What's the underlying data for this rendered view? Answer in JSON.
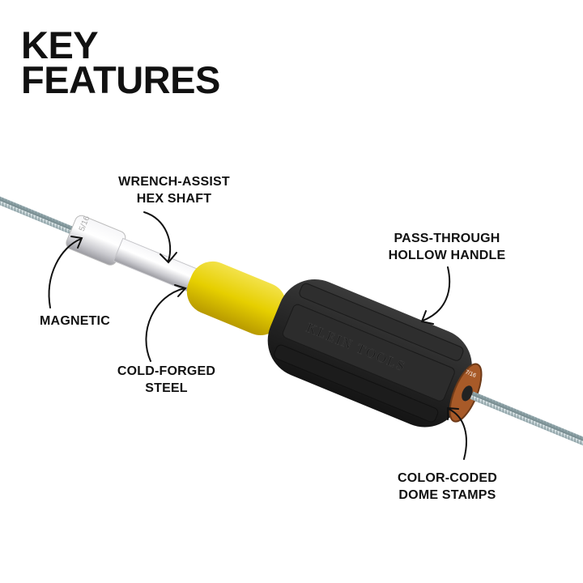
{
  "title": {
    "line1": "KEY",
    "line2": "FEATURES"
  },
  "callouts": {
    "wrench_assist": {
      "line1": "WRENCH-ASSIST",
      "line2": "HEX SHAFT"
    },
    "pass_through": {
      "line1": "PASS-THROUGH",
      "line2": "HOLLOW HANDLE"
    },
    "magnetic": {
      "line1": "MAGNETIC"
    },
    "cold_forged": {
      "line1": "COLD-FORGED",
      "line2": "STEEL"
    },
    "dome_stamps": {
      "line1": "COLOR-CODED",
      "line2": "DOME STAMPS"
    }
  },
  "product": {
    "handle_brand": "KLEIN TOOLS",
    "socket_size": "5/16",
    "cap_size": "7/16",
    "colors": {
      "handle": "#232323",
      "grip": "#e8d400",
      "cap": "#a85a28",
      "shaft": "#d8d8dc"
    }
  }
}
